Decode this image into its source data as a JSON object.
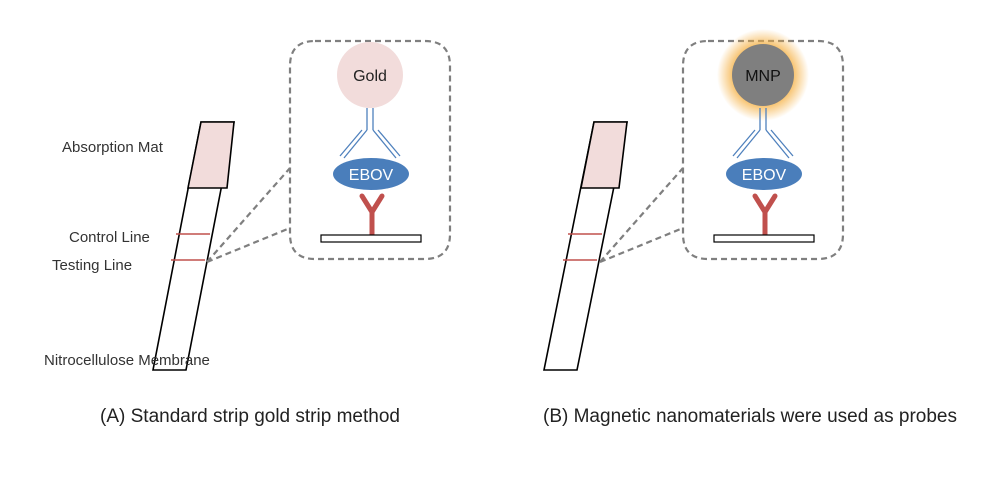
{
  "panel_a": {
    "caption": "(A) Standard strip gold strip method",
    "absorption_label": "Absorption Mat",
    "control_label": "Control Line",
    "testing_label": "Testing Line",
    "membrane_label": "Nitrocellulose Membrane",
    "probe_label": "Gold",
    "antigen_label": "EBOV"
  },
  "panel_b": {
    "caption": "(B) Magnetic nanomaterials were used as probes",
    "probe_label": "MNP",
    "antigen_label": "EBOV"
  },
  "colors": {
    "gold_probe": "#f2dcdb",
    "mnp_probe": "#7f7f7f",
    "mnp_glow": "#f5b042",
    "antigen": "#4a7ebb",
    "capture_antibody": "#c0504d",
    "detection_antibody": "#4f81bd",
    "absorption_pad": "#f2dcdb",
    "line_marks": "#c0504d",
    "callout_border": "#7f7f7f"
  }
}
